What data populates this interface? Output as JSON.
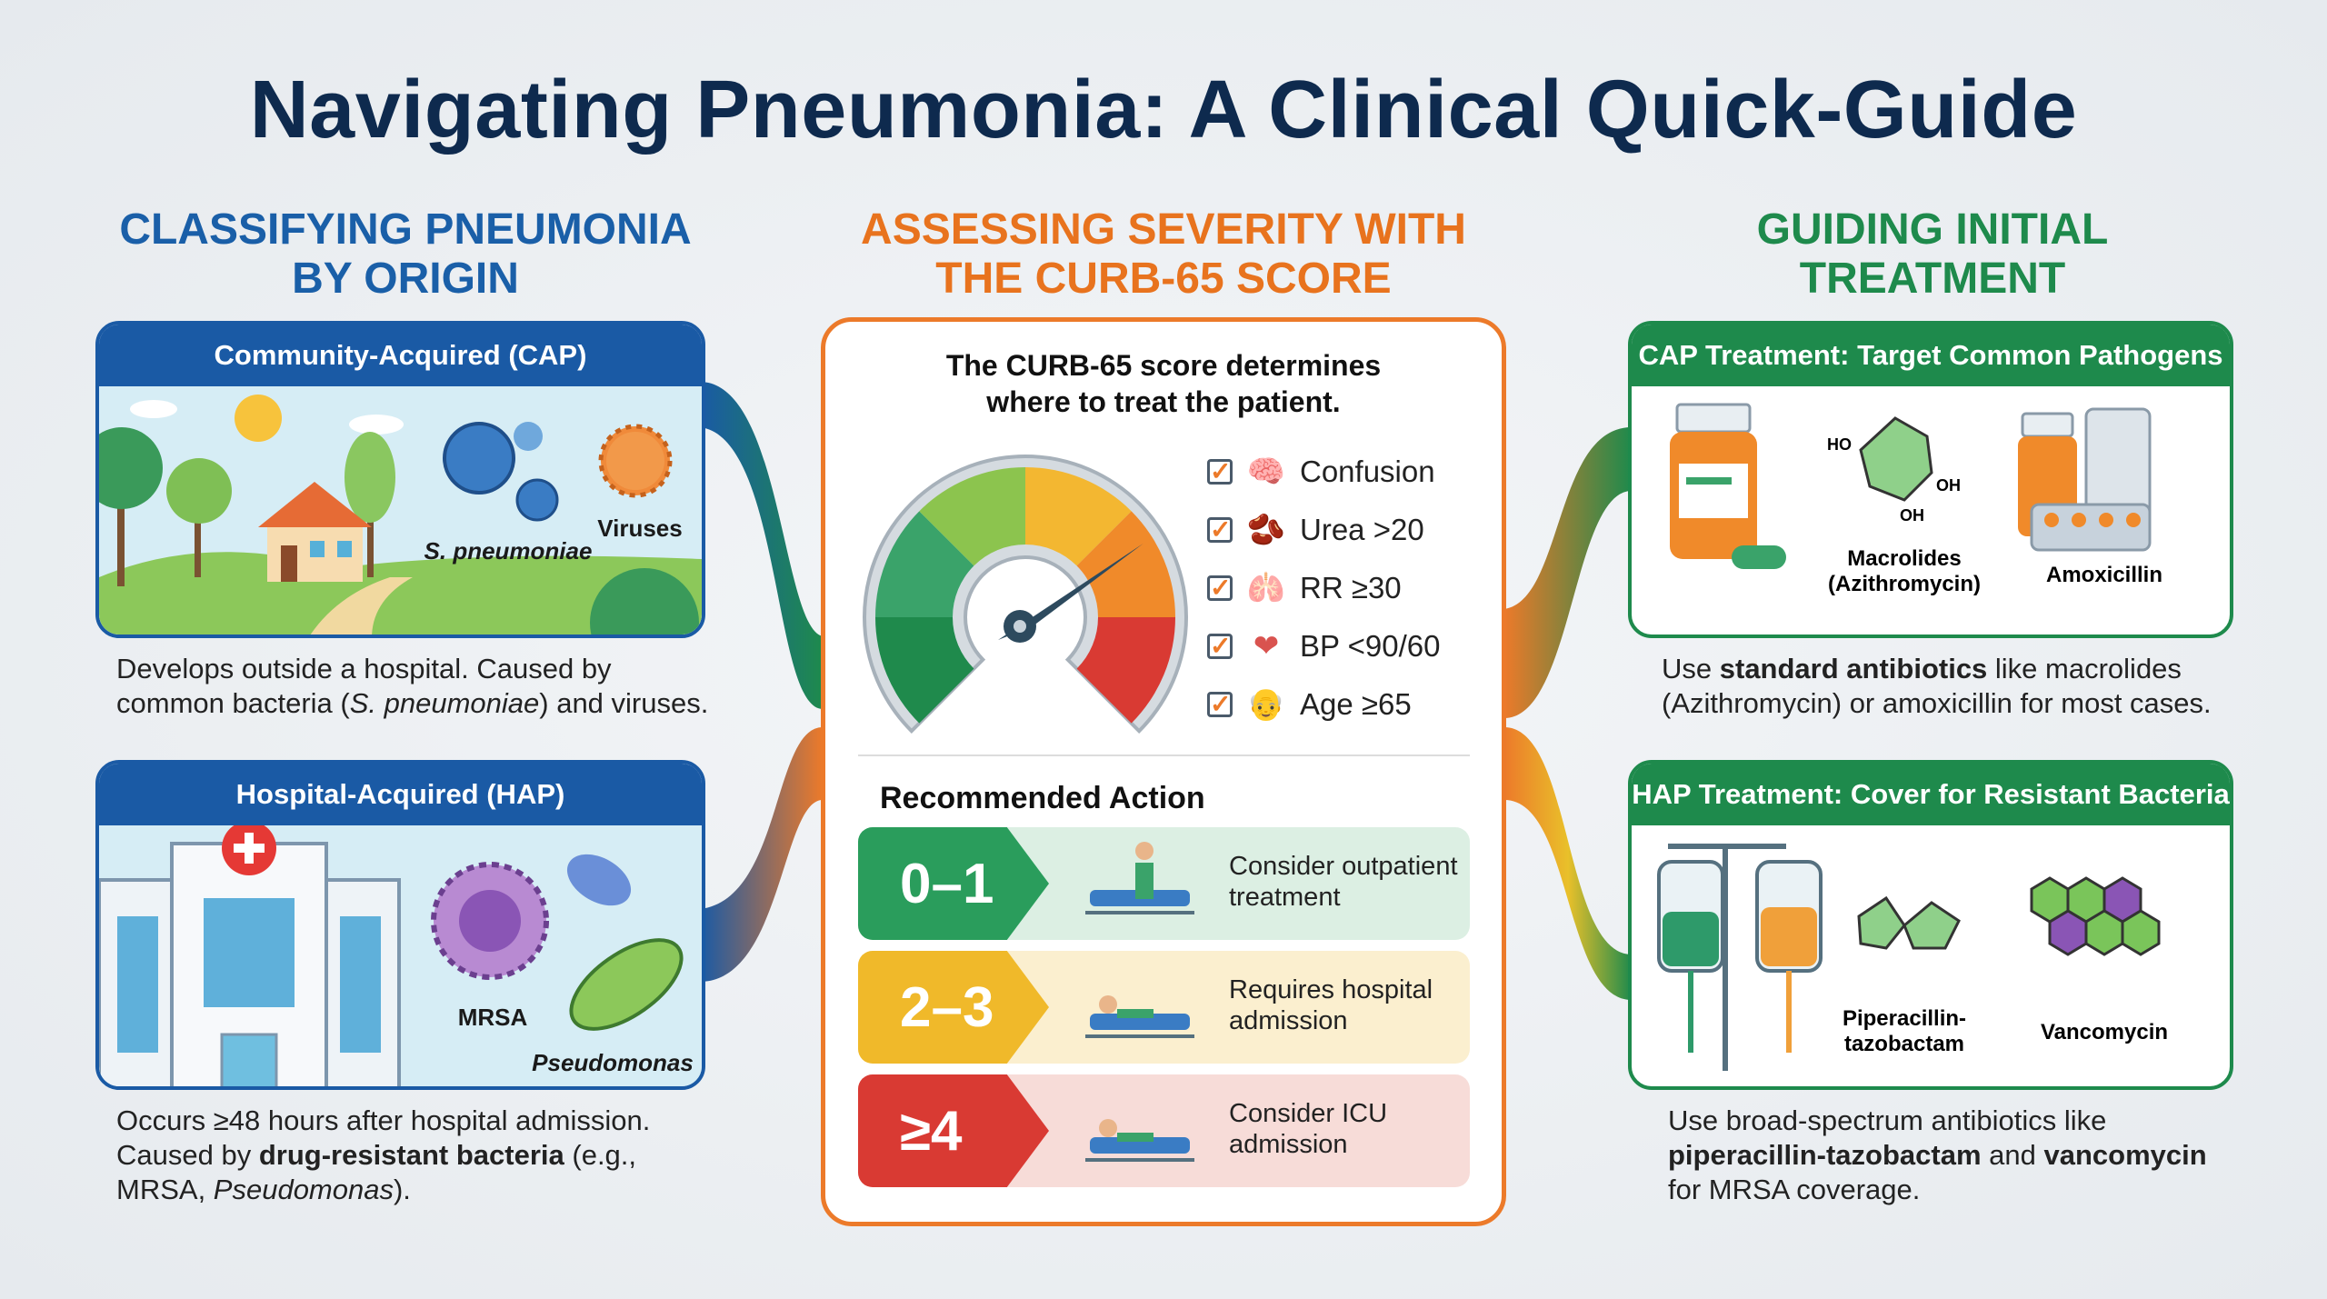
{
  "title": "Navigating Pneumonia: A Clinical Quick-Guide",
  "colors": {
    "title": "#0e2a4e",
    "left": "#1a5fa8",
    "middle": "#e8731e",
    "right": "#1e8a4c",
    "low": "#2a9d5c",
    "mid": "#f0b92a",
    "high": "#d93a33"
  },
  "left": {
    "heading_1": "CLASSIFYING PNEUMONIA",
    "heading_2": "BY ORIGIN",
    "cap": {
      "header": "Community-Acquired (CAP)",
      "label_bacteria": "S. pneumoniae",
      "label_virus": "Viruses",
      "desc_1": "Develops outside a hospital. Caused by",
      "desc_2a": "common bacteria (",
      "desc_2b": "S. pneumoniae",
      "desc_2c": ") and viruses."
    },
    "hap": {
      "header": "Hospital-Acquired (HAP)",
      "label_mrsa": "MRSA",
      "label_pseudo": "Pseudomonas",
      "desc_1": "Occurs ≥48 hours after hospital admission.",
      "desc_2a": "Caused by ",
      "desc_2b": "drug-resistant bacteria",
      "desc_2c": " (e.g.,",
      "desc_3a": "MRSA, ",
      "desc_3b": "Pseudomonas",
      "desc_3c": ")."
    }
  },
  "middle": {
    "heading_1": "ASSESSING SEVERITY WITH",
    "heading_2": "THE CURB-65 SCORE",
    "intro_1": "The CURB-65 score determines",
    "intro_2": "where to treat the patient.",
    "criteria": [
      {
        "label": "Confusion",
        "icon": "brain-icon"
      },
      {
        "label": "Urea >20",
        "icon": "kidney-icon"
      },
      {
        "label": "RR ≥30",
        "icon": "lungs-icon"
      },
      {
        "label": "BP <90/60",
        "icon": "heart-icon"
      },
      {
        "label": "Age ≥65",
        "icon": "elderly-person-icon"
      }
    ],
    "action_heading": "Recommended Action",
    "actions": [
      {
        "score": "0–1",
        "text_1": "Consider outpatient",
        "text_2": "treatment",
        "color": "#2a9d5c",
        "bg": "#dcefe3"
      },
      {
        "score": "2–3",
        "text_1": "Requires hospital",
        "text_2": "admission",
        "color": "#f0b92a",
        "bg": "#fbefcf"
      },
      {
        "score": "≥4",
        "text_1": "Consider ICU",
        "text_2": "admission",
        "color": "#d93a33",
        "bg": "#f7dcd8"
      }
    ]
  },
  "right": {
    "heading_1": "GUIDING INITIAL",
    "heading_2": "TREATMENT",
    "cap": {
      "header": "CAP Treatment: Target Common Pathogens",
      "label_macro_1": "Macrolides",
      "label_macro_2": "(Azithromycin)",
      "label_amox": "Amoxicillin",
      "desc_1a": "Use ",
      "desc_1b": "standard antibiotics",
      "desc_1c": " like macrolides",
      "desc_2": "(Azithromycin) or amoxicillin for most cases.",
      "mol_ho": "HO",
      "mol_oh1": "OH",
      "mol_oh2": "OH"
    },
    "hap": {
      "header": "HAP Treatment: Cover for Resistant Bacteria",
      "label_pip_1": "Piperacillin-",
      "label_pip_2": "tazobactam",
      "label_vanc": "Vancomycin",
      "desc_1": "Use broad-spectrum antibiotics like",
      "desc_2a": "piperacillin-tazobactam",
      "desc_2b": " and ",
      "desc_2c": "vancomycin",
      "desc_3": "for MRSA coverage."
    }
  }
}
